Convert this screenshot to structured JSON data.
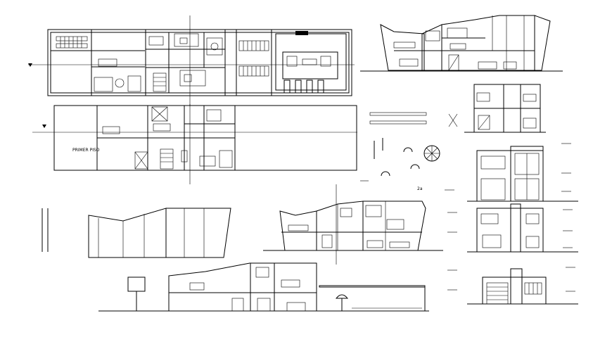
{
  "drawing": {
    "background": "#ffffff",
    "line_color": "#000000",
    "ground_floor_plan": {
      "name_text": "PRIMER PISO"
    },
    "first_floor_plan": {},
    "rear_section": {},
    "front_section": {},
    "side_section": {},
    "right_section": {},
    "elevations": [
      {
        "key": "elevation-upper"
      },
      {
        "key": "elevation-middle"
      },
      {
        "key": "elevation-lower"
      }
    ],
    "small_plan_label": "2a",
    "site_profile": {}
  }
}
